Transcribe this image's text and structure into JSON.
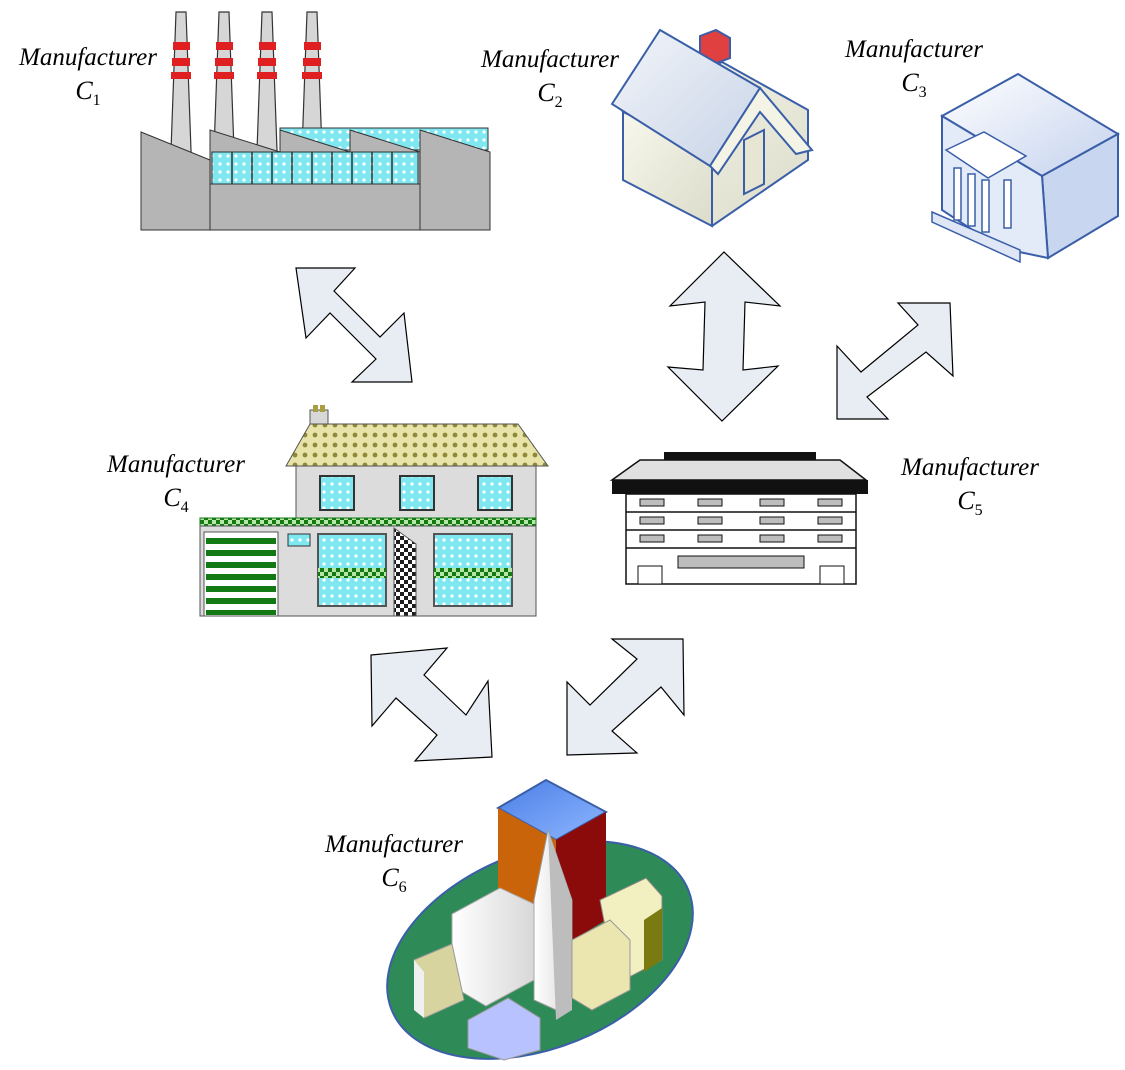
{
  "manufacturers": [
    {
      "name": "Manufacturer",
      "letter": "C",
      "index": "1",
      "icon": "factory-icon"
    },
    {
      "name": "Manufacturer",
      "letter": "C",
      "index": "2",
      "icon": "house-icon"
    },
    {
      "name": "Manufacturer",
      "letter": "C",
      "index": "3",
      "icon": "bank-building-icon"
    },
    {
      "name": "Manufacturer",
      "letter": "C",
      "index": "4",
      "icon": "two-storey-house-icon"
    },
    {
      "name": "Manufacturer",
      "letter": "C",
      "index": "5",
      "icon": "office-building-icon"
    },
    {
      "name": "Manufacturer",
      "letter": "C",
      "index": "6",
      "icon": "church-town-icon"
    }
  ],
  "links": [
    {
      "from": "C1",
      "to": "C4",
      "type": "bidirectional"
    },
    {
      "from": "C2",
      "to": "C5",
      "type": "bidirectional"
    },
    {
      "from": "C3",
      "to": "C5",
      "type": "bidirectional"
    },
    {
      "from": "C4",
      "to": "C6",
      "type": "bidirectional"
    },
    {
      "from": "C5",
      "to": "C6",
      "type": "bidirectional"
    }
  ],
  "colors": {
    "arrow_fill": "#e8edf4",
    "arrow_stroke": "#000000",
    "factory_wall": "#b5b5b5",
    "stripe_red": "#e02020",
    "window_cyan": "#7fe7f0",
    "roof_green": "#1a7a1a",
    "ground_green": "#2e8b57",
    "outline_blue": "#3a5fa8"
  }
}
